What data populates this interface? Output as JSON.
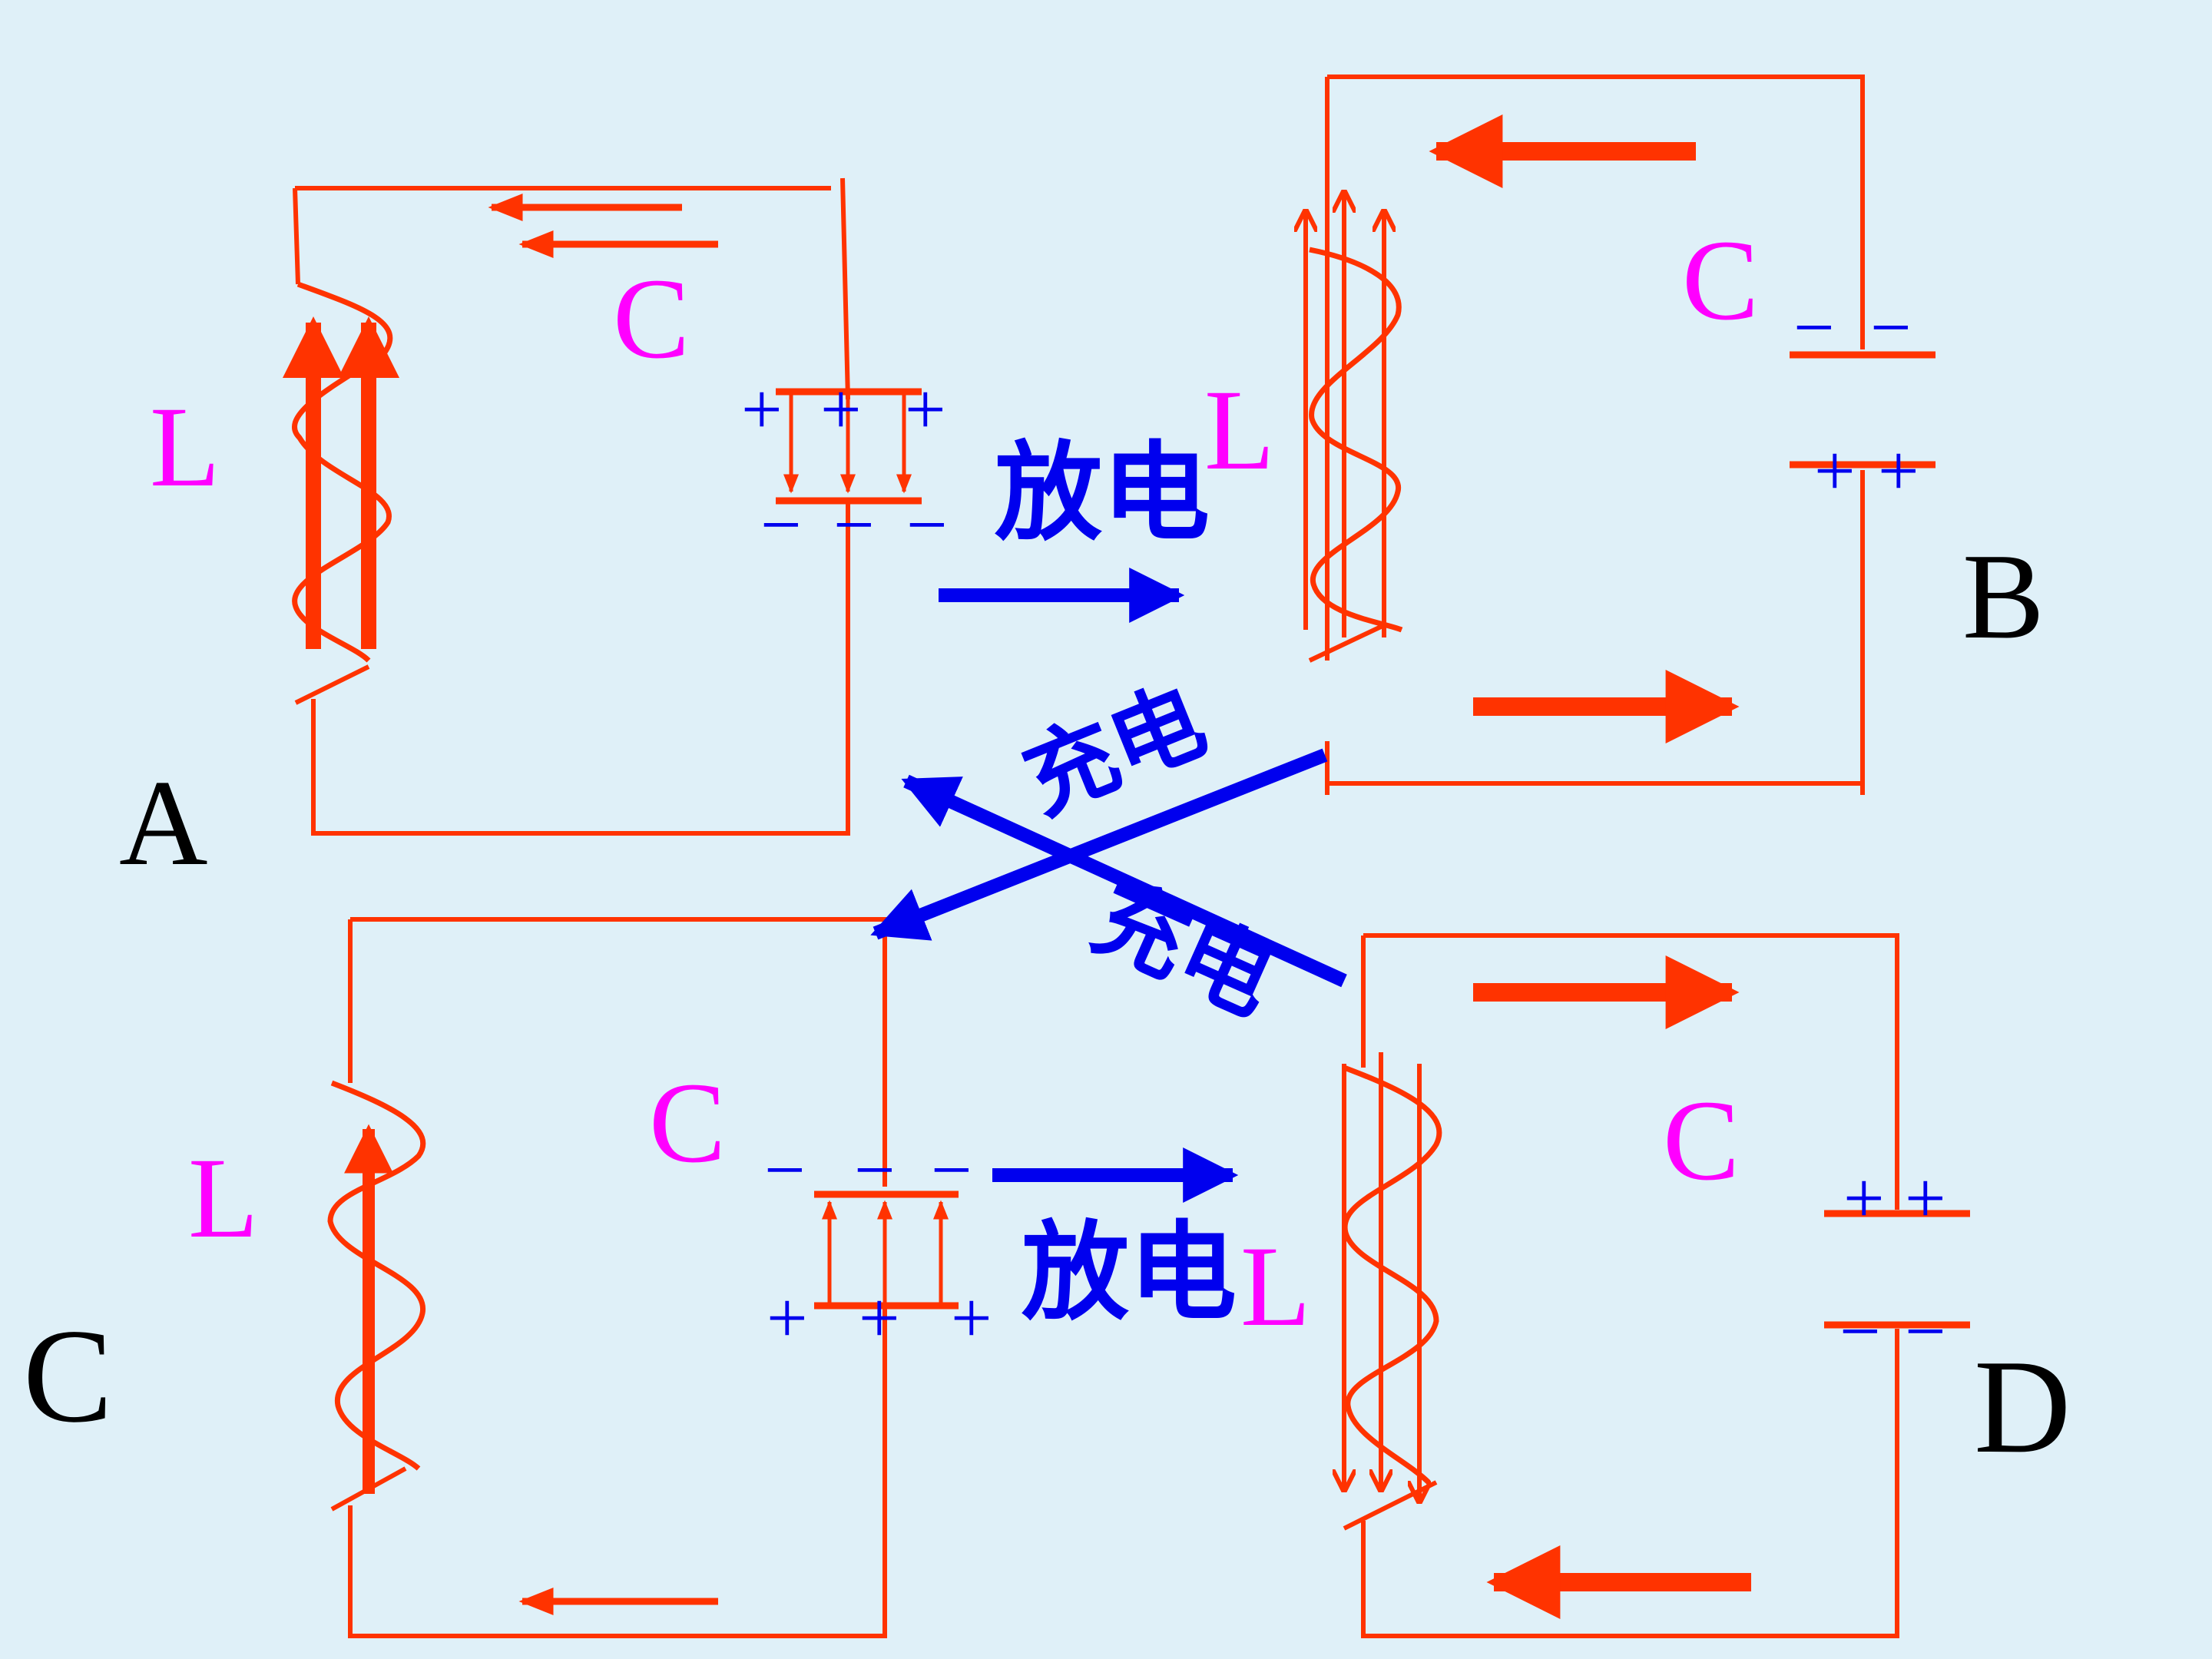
{
  "colors": {
    "background": "#dff0f8",
    "wire": "#ff3300",
    "flow_arrow": "#0000ee",
    "component_label": "#ff00ff",
    "panel_label": "#000000",
    "charge_sign": "#0000ee"
  },
  "labels": {
    "inductor": "L",
    "capacitor": "C",
    "plus": "+",
    "minus": "−"
  },
  "panels": {
    "a": {
      "label": "A"
    },
    "b": {
      "label": "B"
    },
    "c": {
      "label": "C"
    },
    "d": {
      "label": "D"
    }
  },
  "transitions": {
    "a_to_b": "放电",
    "b_to_c": "充电",
    "d_to_a": "充电",
    "c_to_d": "放电"
  }
}
